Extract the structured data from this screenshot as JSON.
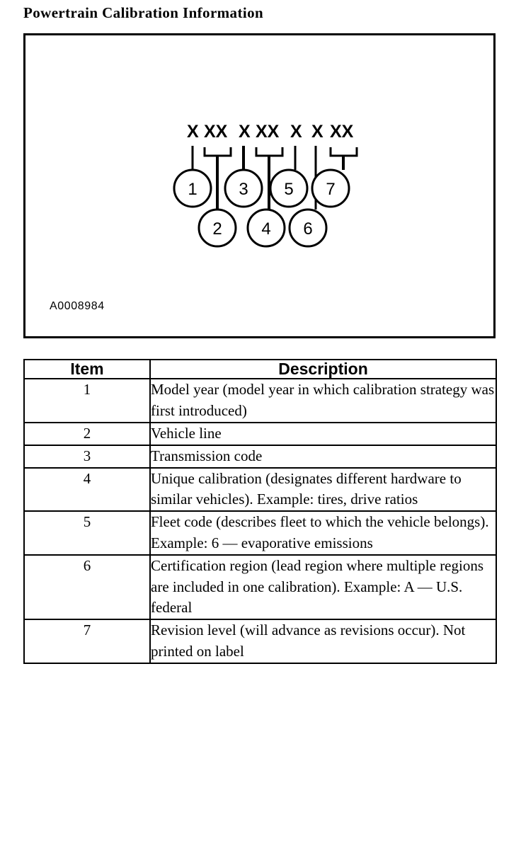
{
  "page": {
    "title": "Powertrain Calibration Information"
  },
  "figure": {
    "id_label": "A0008984",
    "code_groups": [
      {
        "index": 1,
        "chars": "X",
        "callout": "1",
        "row": "top"
      },
      {
        "index": 2,
        "chars": "XX",
        "callout": "2",
        "row": "bottom"
      },
      {
        "index": 3,
        "chars": "X",
        "callout": "3",
        "row": "top"
      },
      {
        "index": 4,
        "chars": "XX",
        "callout": "4",
        "row": "bottom"
      },
      {
        "index": 5,
        "chars": "X",
        "callout": "5",
        "row": "top"
      },
      {
        "index": 6,
        "chars": "X",
        "callout": "6",
        "row": "bottom"
      },
      {
        "index": 7,
        "chars": "XX",
        "callout": "7",
        "row": "top"
      }
    ],
    "code_string": "X XX X XX X X XX",
    "callout_numbers": [
      "1",
      "2",
      "3",
      "4",
      "5",
      "6",
      "7"
    ],
    "stroke_color": "#000000",
    "background_color": "#ffffff"
  },
  "table": {
    "headers": {
      "item": "Item",
      "description": "Description"
    },
    "rows": [
      {
        "item": "1",
        "description": "Model year (model year in which calibration strategy was first introduced)"
      },
      {
        "item": "2",
        "description": "Vehicle line"
      },
      {
        "item": "3",
        "description": "Transmission code"
      },
      {
        "item": "4",
        "description": "Unique calibration (designates different hardware to similar vehicles). Example: tires, drive ratios"
      },
      {
        "item": "5",
        "description": "Fleet code (describes fleet to which the vehicle belongs). Example: 6 — evaporative emissions"
      },
      {
        "item": "6",
        "description": "Certification region (lead region where multiple regions are included in one calibration). Example: A — U.S. federal"
      },
      {
        "item": "7",
        "description": "Revision level (will advance as revisions occur). Not printed on label"
      }
    ]
  }
}
